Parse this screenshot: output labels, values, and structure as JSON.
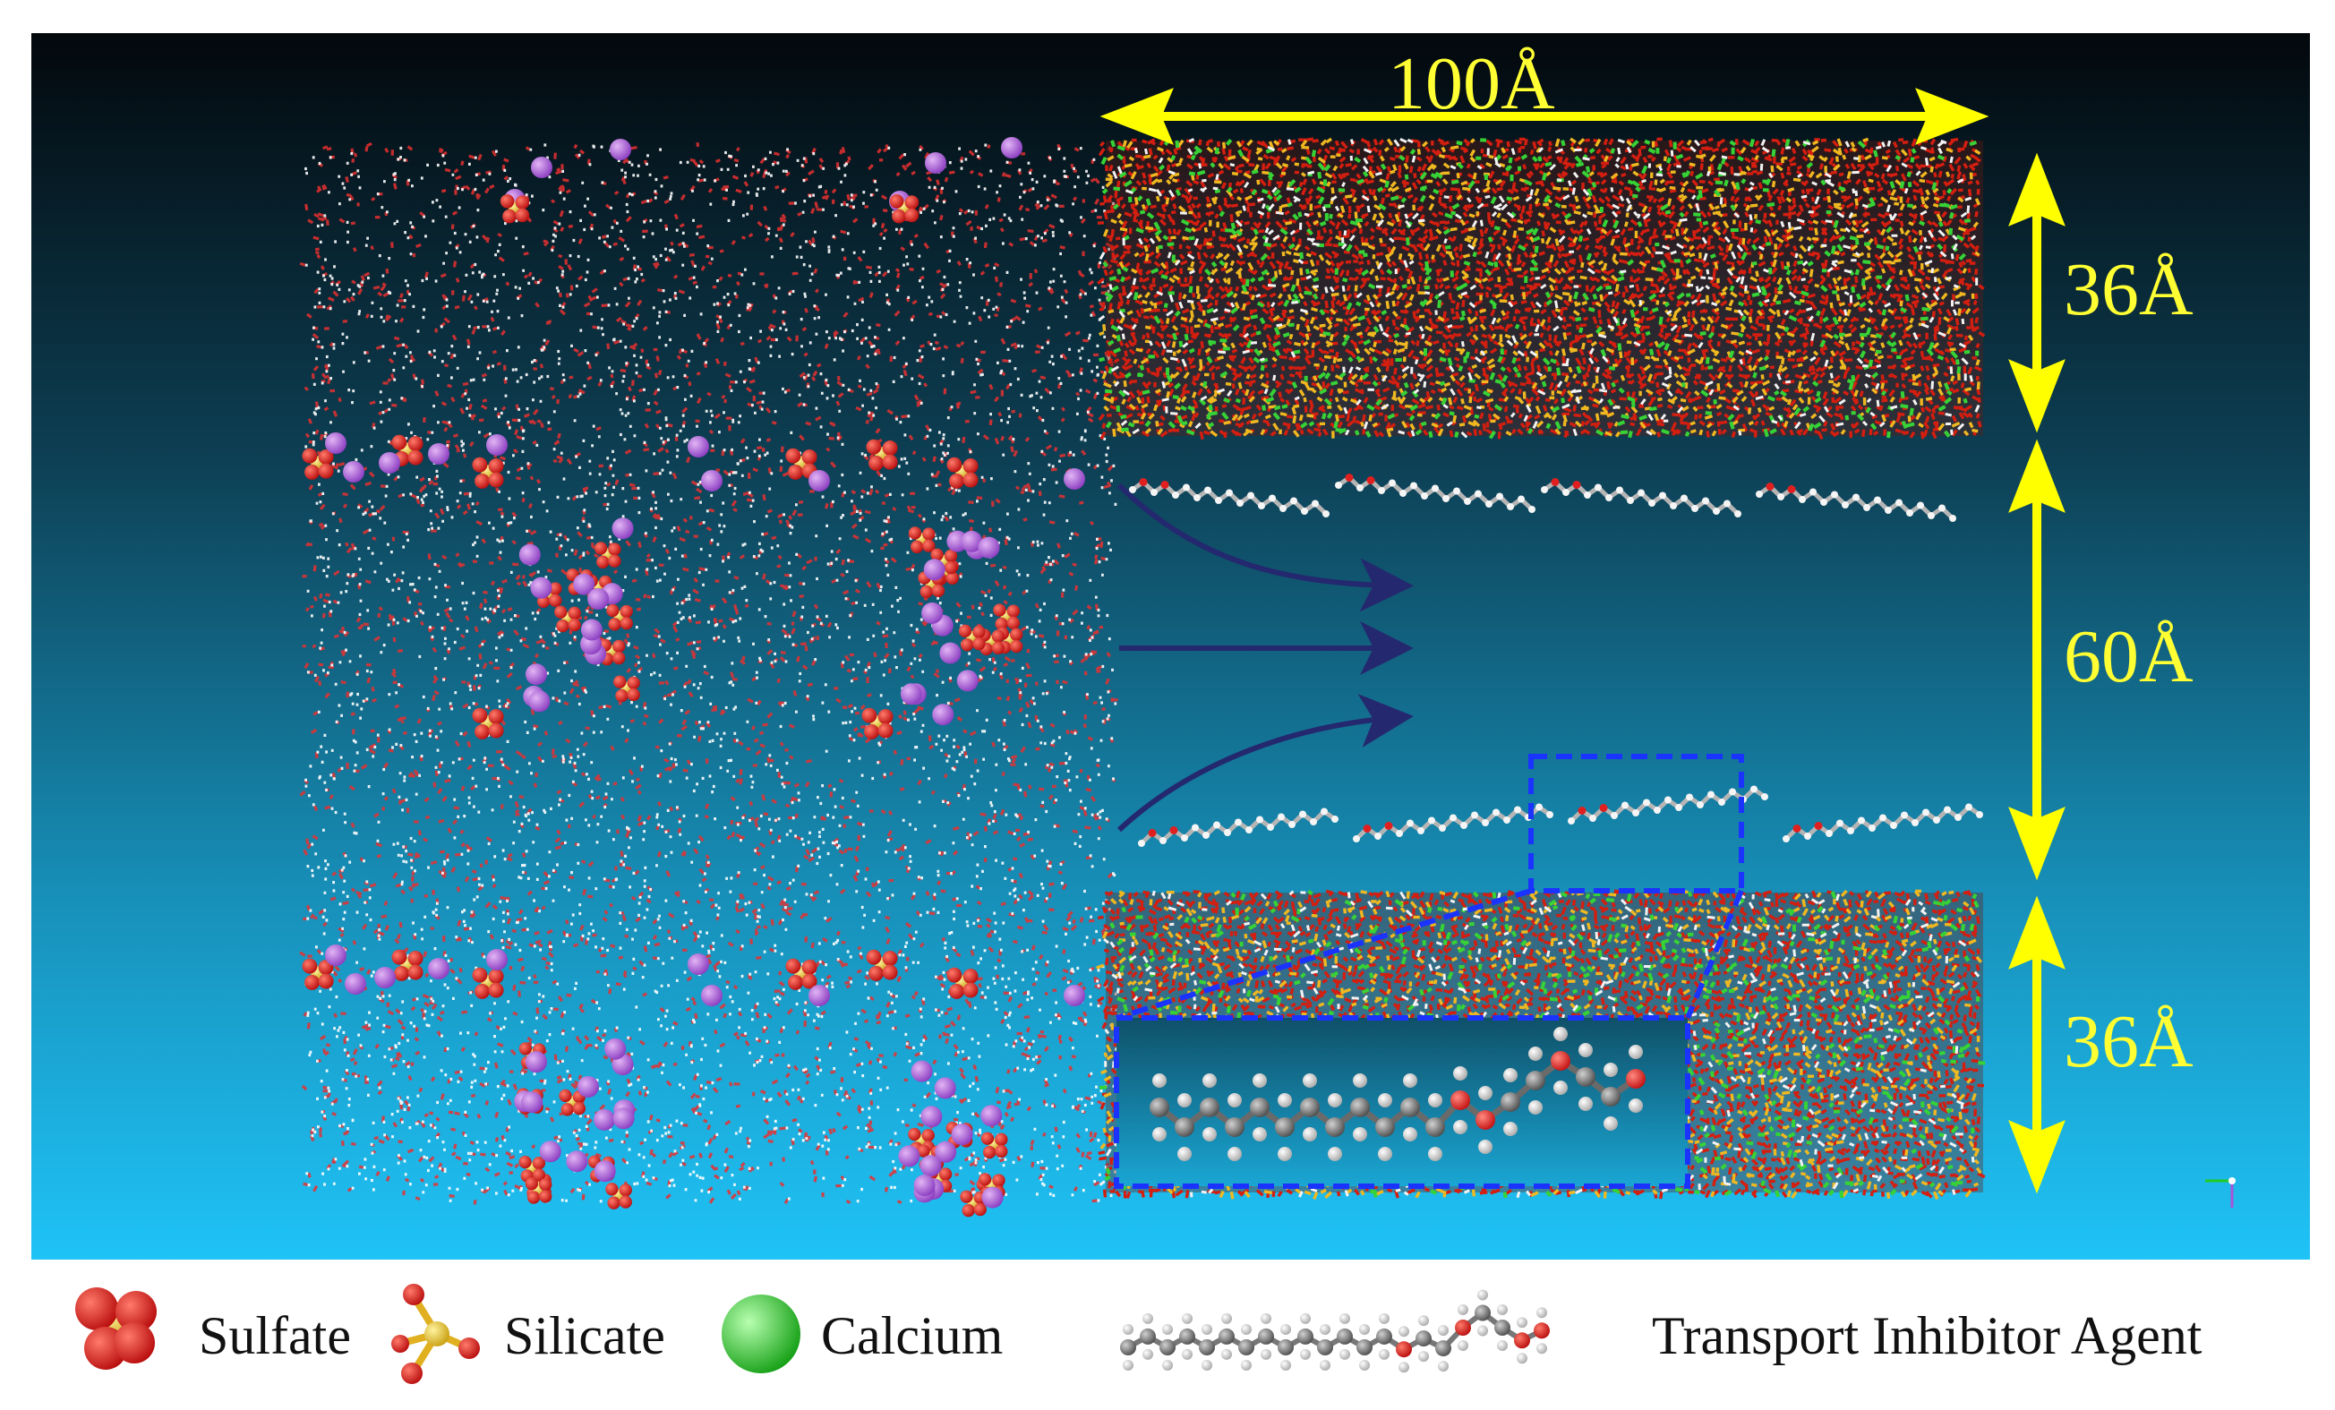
{
  "dimensions": {
    "width": "100Å",
    "top_slab": "36Å",
    "gap": "60Å",
    "bottom_slab": "36Å"
  },
  "legend": {
    "sulfate": "Sulfate",
    "silicate": "Silicate",
    "calcium": "Calcium",
    "inhibitor": "Transport Inhibitor Agent"
  },
  "colors": {
    "background_top": "#04121a",
    "background_bottom": "#1fc0f5",
    "dimension_arrow": "#ffff00",
    "flow_arrow": "#24286e",
    "highlight_box": "#1a33ff",
    "oxygen": "#e01a1a",
    "hydrogen": "#f0f0f0",
    "sulfur": "#e6c22a",
    "calcium": "#22cc22",
    "sodium_ion": "#a855d6",
    "carbon": "#7a7a7a"
  },
  "icons": [
    "sulfate-icon",
    "silicate-icon",
    "calcium-icon",
    "inhibitor-molecule-icon"
  ]
}
